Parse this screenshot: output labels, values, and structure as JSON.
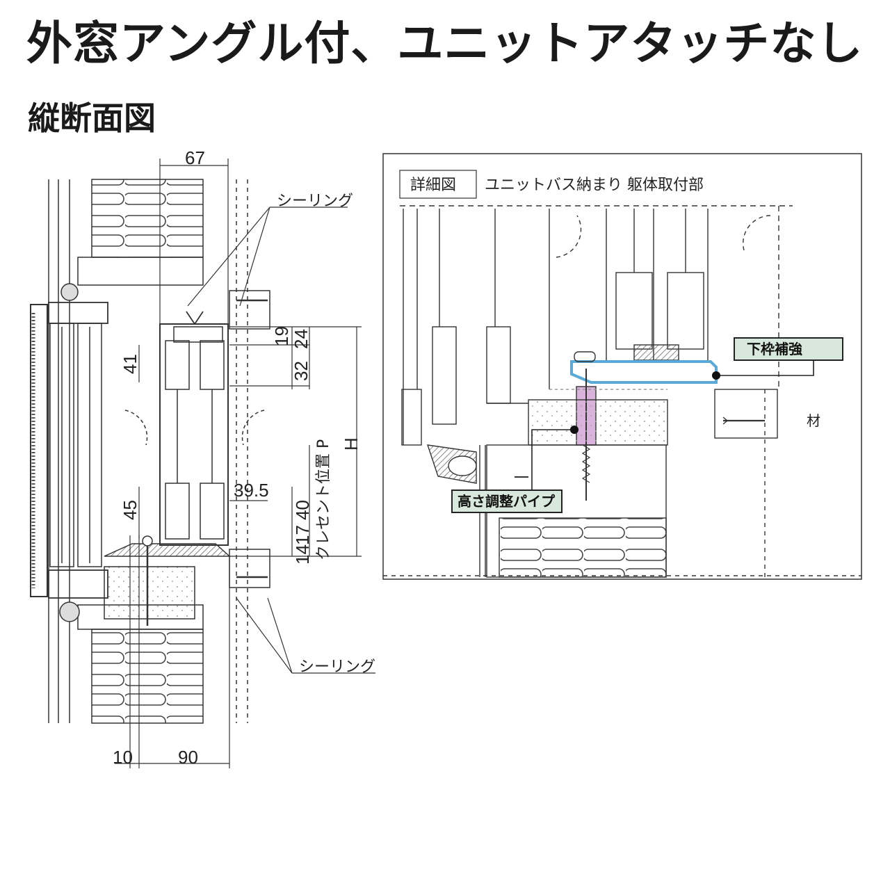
{
  "title": "外窓アングル付、ユニットアタッチなし",
  "subtitle": "縦断面図",
  "section": {
    "dimensions": {
      "top_width": "67",
      "d19": "19",
      "d24": "24",
      "d32": "32",
      "d41": "41",
      "d45": "45",
      "d39_5": "39.5",
      "d40": "40",
      "d14": "14",
      "d17": "17",
      "height": "H",
      "crescent_position": "クレセント位置 P",
      "bottom_left": "10",
      "bottom_width": "90"
    },
    "labels": {
      "sealing_top": "シーリング",
      "sealing_bottom": "シーリング"
    }
  },
  "detail": {
    "tag": "詳細図",
    "caption": "ユニットバス納まり 躯体取付部",
    "callouts": {
      "sill_reinforcement": "下枠補強",
      "height_adjust_pipe": "高さ調整パイプ",
      "material": "材"
    }
  },
  "colors": {
    "line": "#333333",
    "reinforcement_outline": "#5aa9d6",
    "pipe_fill": "#d9b3dc",
    "callout_fill": "#d8e8dc"
  }
}
